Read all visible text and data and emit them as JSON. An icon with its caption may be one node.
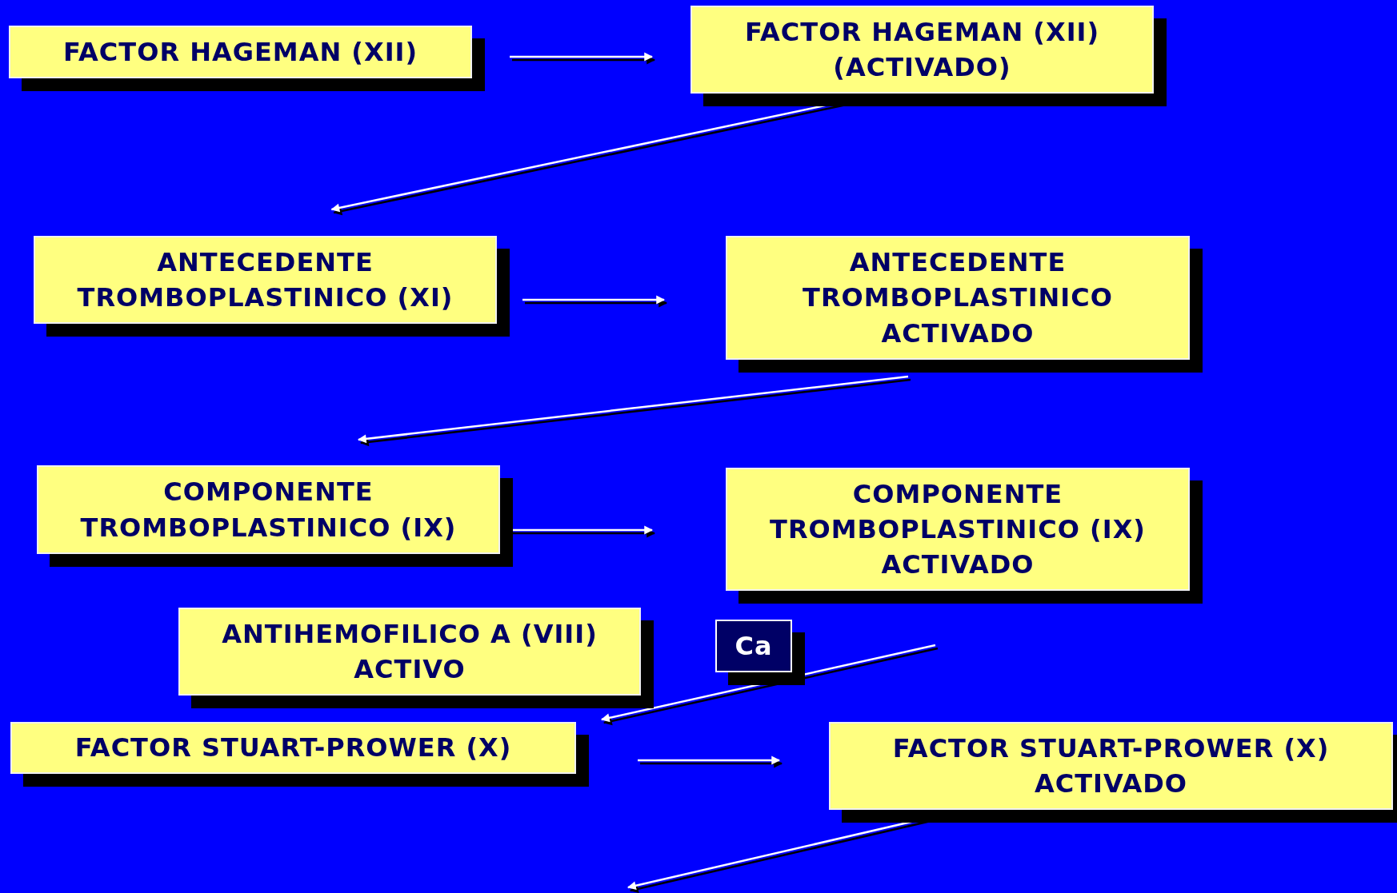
{
  "diagram": {
    "nodes": [
      {
        "text": [
          "FACTOR HAGEMAN (XII)"
        ]
      },
      {
        "text": [
          "FACTOR HAGEMAN (XII) (ACTIVADO)"
        ]
      },
      {
        "text": [
          "ANTECEDENTE TROMBOPLASTINICO (XI)"
        ]
      },
      {
        "text": [
          "ANTECEDENTE TROMBOPLASTINICO ACTIVADO"
        ]
      },
      {
        "text": [
          "COMPONENTE TROMBOPLASTINICO (IX)"
        ]
      },
      {
        "text": [
          "COMPONENTE TROMBOPLASTINICO (IX) ACTIVADO"
        ]
      },
      {
        "text": [
          "ANTIHEMOFILICO A (VIII) ACTIVO"
        ]
      },
      {
        "text": [
          "Ca"
        ]
      },
      {
        "text": [
          "FACTOR STUART-PROWER (X)"
        ]
      },
      {
        "text": [
          "FACTOR STUART-PROWER (X) ACTIVADO"
        ]
      }
    ],
    "edges": [
      {
        "from": 0,
        "to": 1,
        "arrow": "to"
      },
      {
        "from": 1,
        "to": 2,
        "arrow": "to"
      },
      {
        "from": 2,
        "to": 3,
        "arrow": "to"
      },
      {
        "from": 3,
        "to": 4,
        "arrow": "to"
      },
      {
        "from": 4,
        "to": 5,
        "arrow": "to"
      },
      {
        "from": 5,
        "to": 8,
        "arrow": "to"
      },
      {
        "from": 8,
        "to": 9,
        "arrow": "to"
      },
      {
        "from": 9,
        "to": null,
        "arrow": "to"
      }
    ]
  }
}
